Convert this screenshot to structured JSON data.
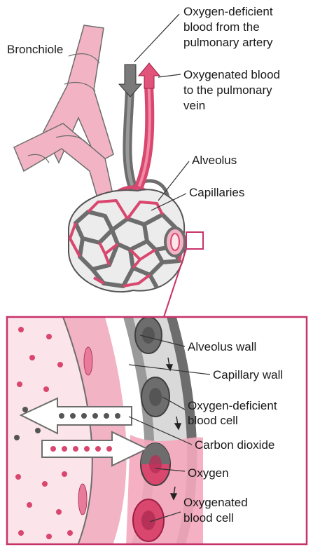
{
  "labels": {
    "bronchiole": "Bronchiole",
    "deoxygenated_in": [
      "Oxygen-deficient",
      "blood from the",
      "pulmonary artery"
    ],
    "oxygenated_out": [
      "Oxygenated blood",
      "to the pulmonary",
      "vein"
    ],
    "alveolus": "Alveolus",
    "capillaries": "Capillaries",
    "alveolus_wall": "Alveolus wall",
    "capillary_wall": "Capillary wall",
    "deficient_cell": [
      "Oxygen-deficient",
      "blood cell"
    ],
    "carbon_dioxide": "Carbon dioxide",
    "oxygen": "Oxygen",
    "oxygenated_cell": [
      "Oxygenated",
      "blood cell"
    ]
  },
  "colors": {
    "pink": "#d9466e",
    "light_pink": "#f2b3c4",
    "pale_pink": "#fbe4ea",
    "gray": "#6d6d6d",
    "dark_gray": "#555555",
    "light_gray": "#d9d9d9",
    "frame": "#c8326a"
  }
}
